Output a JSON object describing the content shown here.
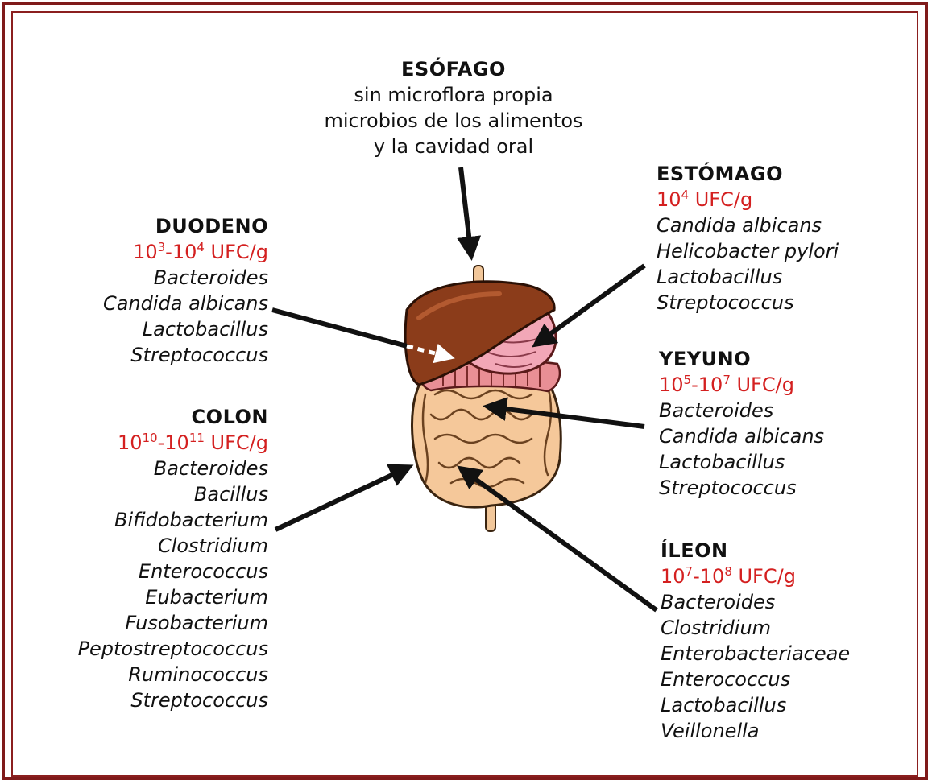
{
  "colors": {
    "border": "#7f1a1a",
    "count_text": "#d42020",
    "arrow": "#111111"
  },
  "esofago": {
    "title": "ESÓFAGO",
    "lines": [
      "sin microflora propia",
      "microbios de los alimentos",
      "y la cavidad oral"
    ]
  },
  "estomago": {
    "title": "ESTÓMAGO",
    "count": {
      "a_base": "10",
      "a_exp": "4",
      "sep": "",
      "b_base": "",
      "b_exp": "",
      "unit": " UFC/g"
    },
    "organisms": [
      "Candida albicans",
      "Helicobacter pylori",
      "Lactobacillus",
      "Streptococcus"
    ]
  },
  "duodeno": {
    "title": "DUODENO",
    "count": {
      "a_base": "10",
      "a_exp": "3",
      "sep": "-",
      "b_base": "10",
      "b_exp": "4",
      "unit": " UFC/g"
    },
    "organisms": [
      "Bacteroides",
      "Candida albicans",
      "Lactobacillus",
      "Streptococcus"
    ]
  },
  "yeyuno": {
    "title": "YEYUNO",
    "count": {
      "a_base": "10",
      "a_exp": "5",
      "sep": "-",
      "b_base": "10",
      "b_exp": "7",
      "unit": " UFC/g"
    },
    "organisms": [
      "Bacteroides",
      "Candida albicans",
      "Lactobacillus",
      "Streptococcus"
    ]
  },
  "colon": {
    "title": "COLON",
    "count": {
      "a_base": "10",
      "a_exp": "10",
      "sep": "-",
      "b_base": "10",
      "b_exp": "11",
      "unit": " UFC/g"
    },
    "organisms": [
      "Bacteroides",
      "Bacillus",
      "Bifidobacterium",
      "Clostridium",
      "Enterococcus",
      "Eubacterium",
      "Fusobacterium",
      "Peptostreptococcus",
      "Ruminococcus",
      "Streptococcus"
    ]
  },
  "ileon": {
    "title": "ÍLEON",
    "count": {
      "a_base": "10",
      "a_exp": "7",
      "sep": "-",
      "b_base": "10",
      "b_exp": "8",
      "unit": " UFC/g"
    },
    "organisms": [
      "Bacteroides",
      "Clostridium",
      "Enterobacteriaceae",
      "Enterococcus",
      "Lactobacillus",
      "Veillonella"
    ]
  }
}
